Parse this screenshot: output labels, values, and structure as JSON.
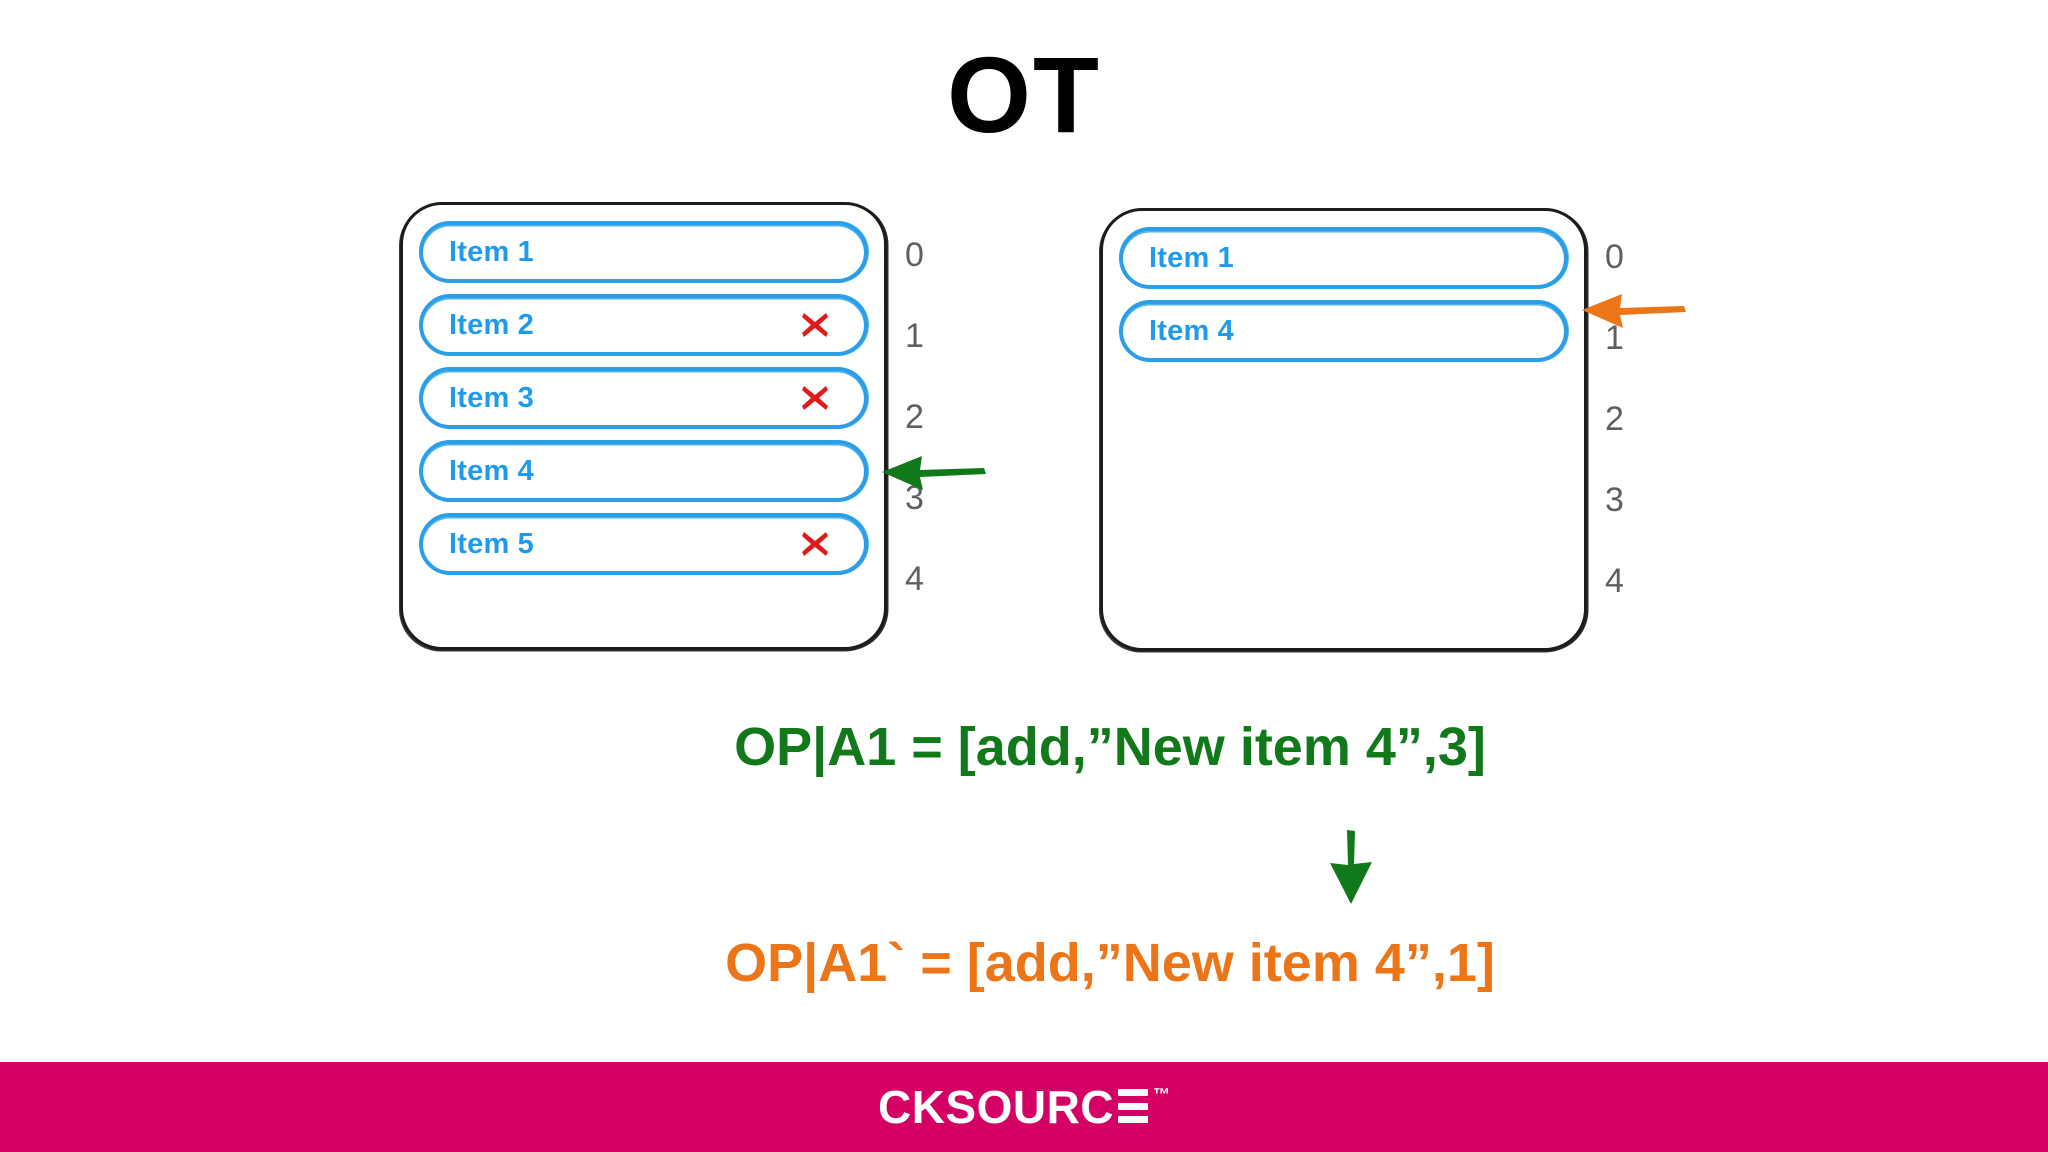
{
  "slide": {
    "title": "OT",
    "background_color": "#ffffff"
  },
  "colors": {
    "item_blue": "#1f9bea",
    "item_border_blue": "#2a9fe8",
    "delete_red": "#e01b1b",
    "original_green": "#11791a",
    "transformed_orange": "#ec7518",
    "index_gray": "#5d6063",
    "panel_black": "#1c1c1c",
    "footer_pink": "#d50063"
  },
  "panels": {
    "left": {
      "name": "document-state-before",
      "items": [
        {
          "label": "Item 1",
          "deleted": false
        },
        {
          "label": "Item 2",
          "deleted": true
        },
        {
          "label": "Item 3",
          "deleted": true
        },
        {
          "label": "Item 4",
          "deleted": false
        },
        {
          "label": "Item 5",
          "deleted": true
        }
      ],
      "indices": [
        "0",
        "1",
        "2",
        "3",
        "4"
      ],
      "marker": {
        "icon": "arrow-left-icon",
        "color": "#11791a",
        "points_between_indices": [
          "2",
          "3"
        ]
      }
    },
    "right": {
      "name": "document-state-after",
      "items": [
        {
          "label": "Item 1",
          "deleted": false
        },
        {
          "label": "Item 4",
          "deleted": false
        }
      ],
      "indices": [
        "0",
        "1",
        "2",
        "3",
        "4"
      ],
      "marker": {
        "icon": "arrow-left-icon",
        "color": "#ec7518",
        "points_between_indices": [
          "0",
          "1"
        ]
      }
    }
  },
  "operations": {
    "original": "OP|A1 = [add,”New item 4”,3]",
    "transform_arrow_icon": "arrow-down-icon",
    "transformed": "OP|A1` = [add,”New item 4”,1]"
  },
  "footer": {
    "brand_main": "CKSOURC",
    "brand_mark": "™"
  }
}
